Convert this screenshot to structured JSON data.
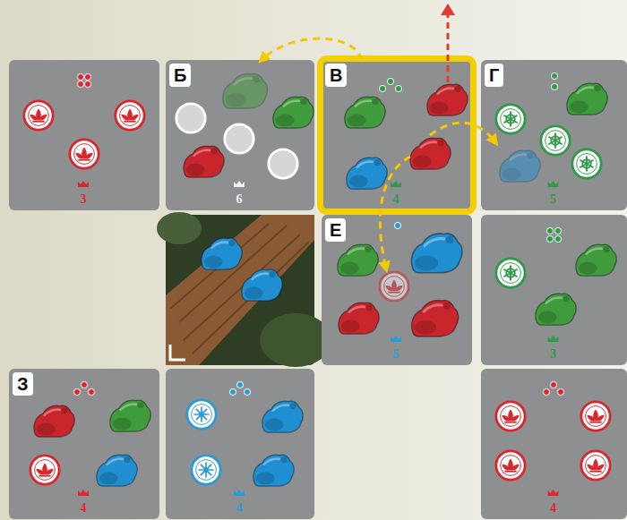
{
  "diagram": {
    "nodes": [
      {
        "text": [
          "3"
        ]
      },
      {
        "text": [
          "Б",
          "6"
        ]
      },
      {
        "text": [
          "В",
          "4"
        ]
      },
      {
        "text": [
          "Г",
          "5"
        ]
      },
      {
        "text": [
          "Е",
          "5"
        ]
      },
      {
        "text": [
          "3"
        ]
      },
      {
        "text": [
          "З",
          "4"
        ]
      },
      {
        "text": [
          "4"
        ]
      },
      {
        "text": [
          "4"
        ]
      }
    ],
    "edges": [
      {
        "from": 2,
        "to": 1,
        "arrow": "to"
      },
      {
        "from": 2,
        "to": 3,
        "arrow": "to"
      },
      {
        "from": 2,
        "to": 4,
        "arrow": "to"
      }
    ]
  }
}
